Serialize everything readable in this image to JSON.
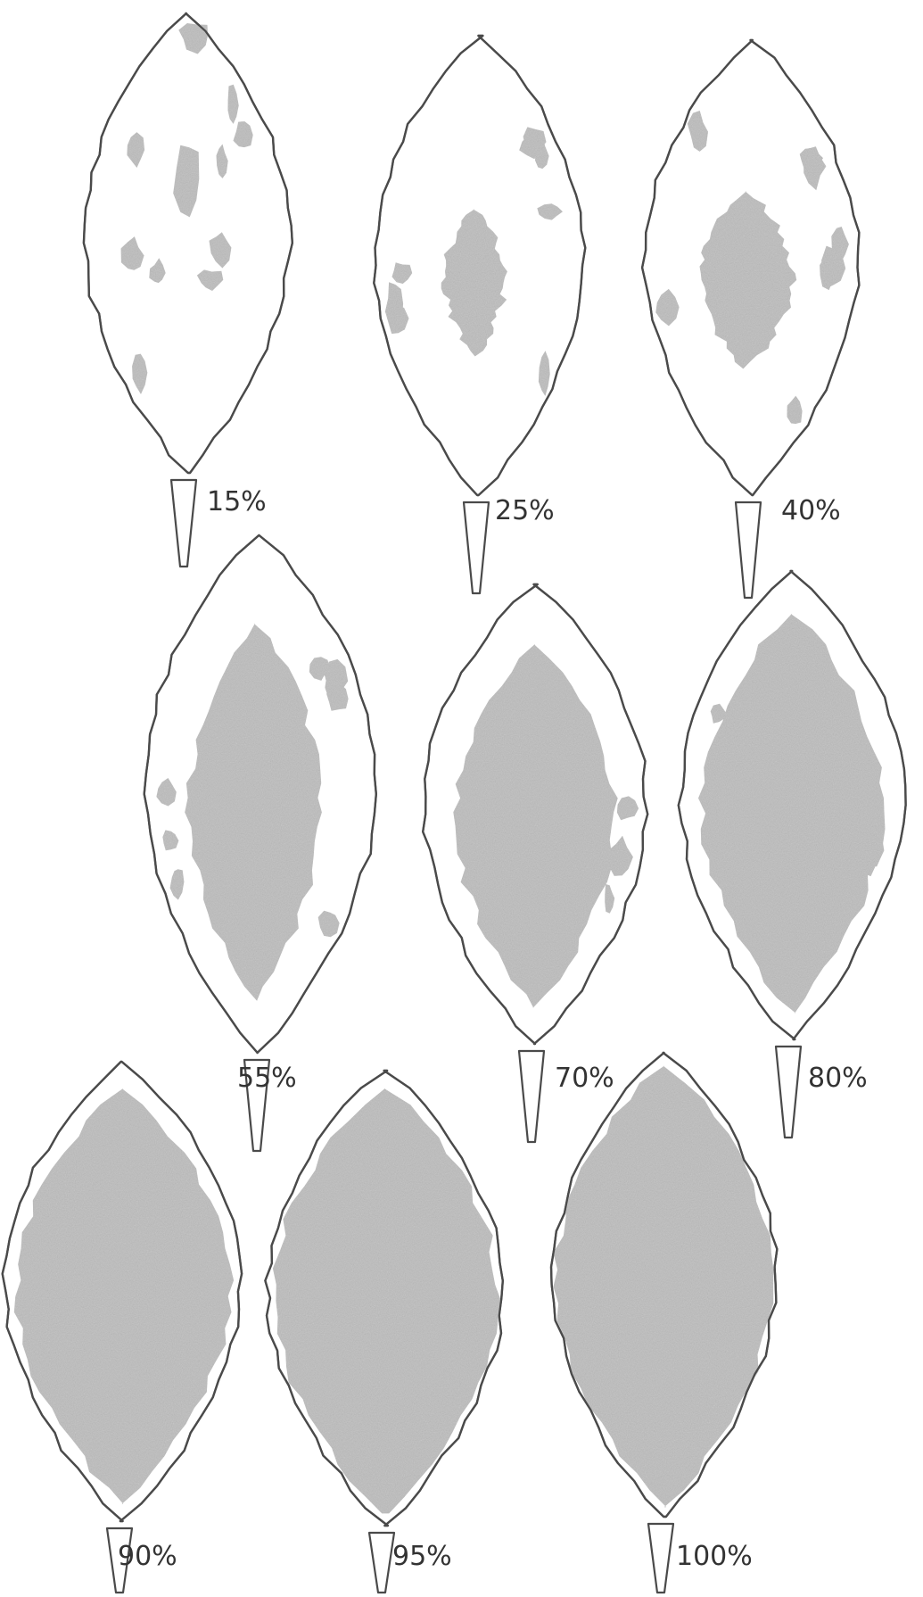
{
  "figure": {
    "leaves": [
      {
        "label": "15%",
        "coverage": 0.15
      },
      {
        "label": "25%",
        "coverage": 0.25
      },
      {
        "label": "40%",
        "coverage": 0.4
      },
      {
        "label": "55%",
        "coverage": 0.55
      },
      {
        "label": "70%",
        "coverage": 0.7
      },
      {
        "label": "80%",
        "coverage": 0.8
      },
      {
        "label": "90%",
        "coverage": 0.9
      },
      {
        "label": "95%",
        "coverage": 0.95
      },
      {
        "label": "100%",
        "coverage": 1.0
      }
    ],
    "colors": {
      "outline": "#4a4a4a",
      "stipple": "#bdbdbd",
      "background": "#ffffff"
    }
  }
}
